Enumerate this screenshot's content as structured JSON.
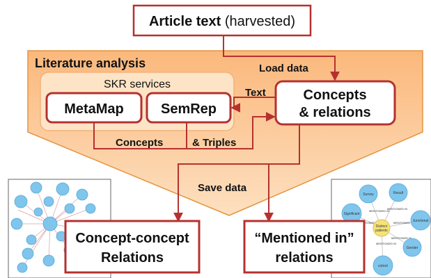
{
  "article": {
    "bold": "Article text",
    "rest": " (harvested)"
  },
  "literature_analysis": {
    "title": "Literature analysis"
  },
  "skr_services": {
    "title": "SKR services",
    "metamap": "MetaMap",
    "semrep": "SemRep"
  },
  "concepts_relations": {
    "line1": "Concepts",
    "line2": "& relations"
  },
  "arrows": {
    "load_data": "Load data",
    "text": "Text",
    "concepts": "Concepts",
    "triples": "& Triples",
    "save_data": "Save data"
  },
  "outputs": {
    "concept_concept": {
      "line1": "Concept-concept",
      "line2": "Relations"
    },
    "mentioned_in": {
      "line1": "“Mentioned in”",
      "line2": "relations"
    }
  },
  "right_graph": {
    "center": "Distinct\npatients",
    "nodes": [
      "Survey",
      "Result",
      "Significant",
      "Junctional",
      "Gender",
      "cohort"
    ],
    "edge_label": "MENTIONED IN"
  },
  "colors": {
    "dark_red": "#b5312f",
    "orange_fill": "#fbbf87",
    "orange_border": "#e5943e",
    "skr_fill": "#fde4c6",
    "node_blue": "#7fc5ec",
    "center_yellow": "#f5e27a"
  }
}
